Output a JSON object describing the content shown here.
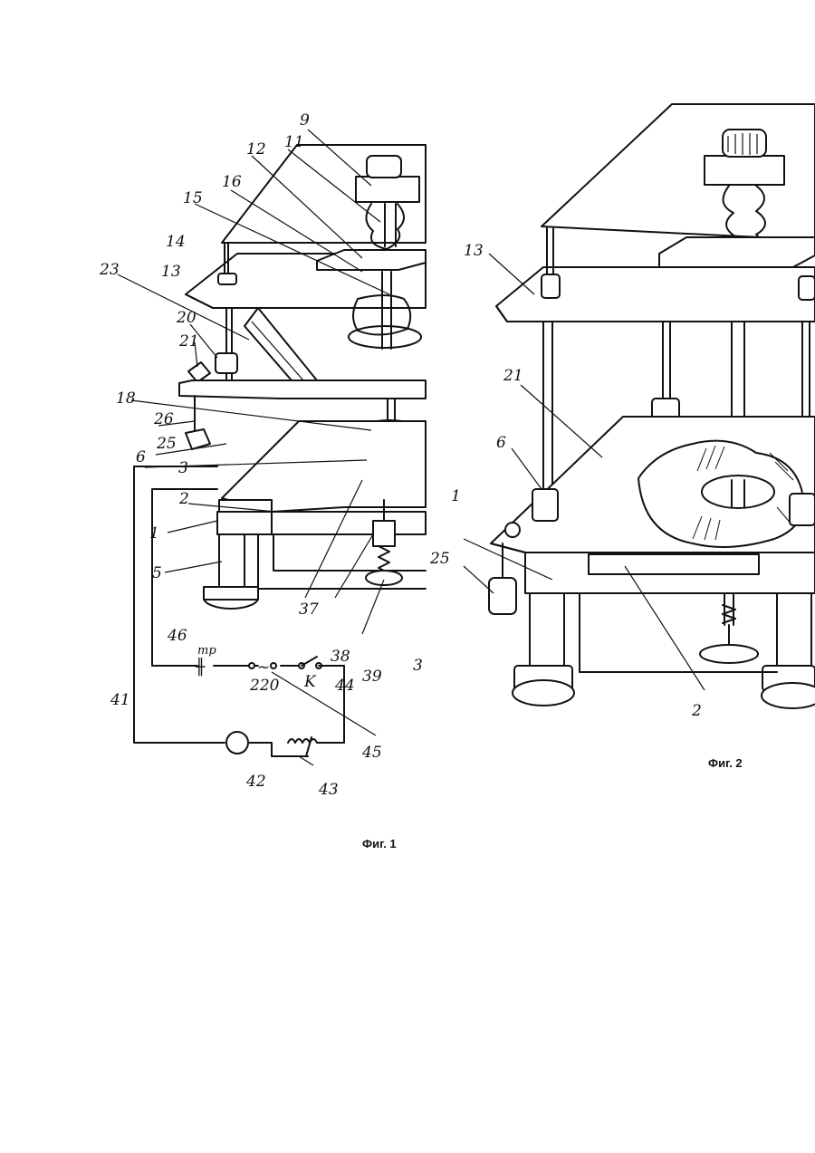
{
  "figures": [
    {
      "caption": "Фиг. 1",
      "labels": [
        "9",
        "11",
        "12",
        "16",
        "15",
        "14",
        "13",
        "23",
        "20",
        "21",
        "18",
        "26",
        "25",
        "6",
        "3",
        "2",
        "1",
        "5",
        "37",
        "38",
        "39",
        "3",
        "46",
        "тр",
        "220",
        "~",
        "K",
        "44",
        "45",
        "41",
        "42",
        "43"
      ]
    },
    {
      "caption": "Фиг. 2",
      "labels": [
        "13",
        "21",
        "6",
        "1",
        "25",
        "2"
      ]
    }
  ]
}
